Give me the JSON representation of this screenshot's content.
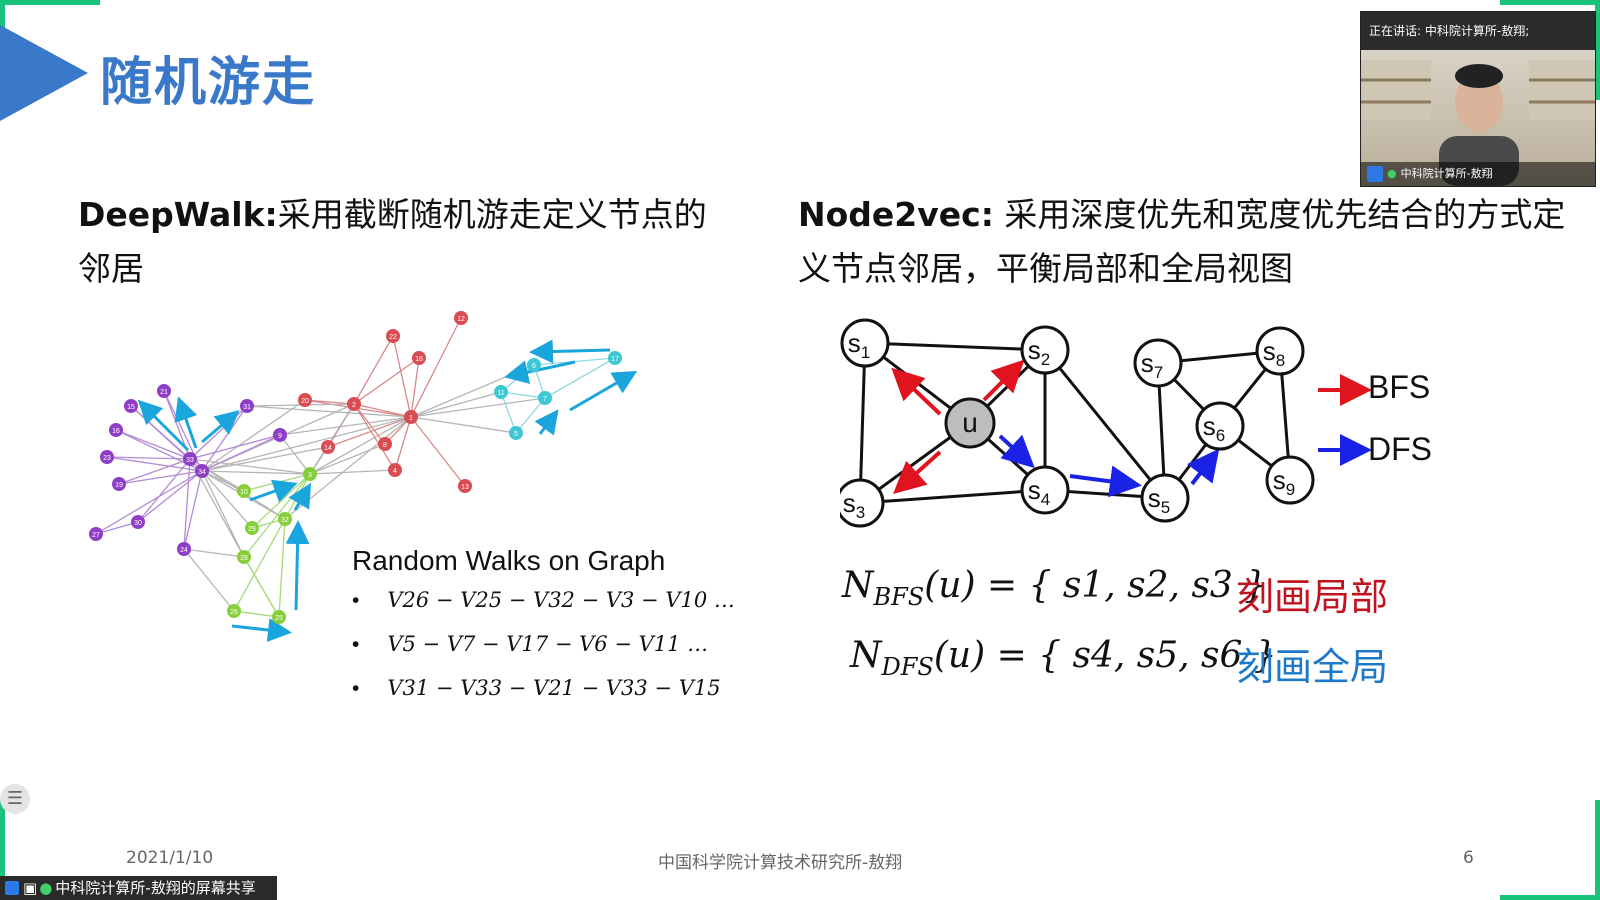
{
  "slide": {
    "title": "随机游走",
    "deepwalk": {
      "term": "DeepWalk:",
      "text": "采用截断随机游走定义节点的邻居"
    },
    "node2vec": {
      "term": "Node2vec:",
      "text": " 采用深度优先和宽度优先结合的方式定义节点邻居，平衡局部和全局视图"
    },
    "random_walks": {
      "title": "Random Walks on Graph",
      "walks": [
        "V26 − V25 − V32 − V3 − V10 …",
        "V5 − V7 − V17 − V6 − V11 …",
        "V31 − V33 − V21 − V33 − V15"
      ]
    },
    "graph_labels": [
      "12",
      "22",
      "18",
      "2",
      "20",
      "1",
      "31",
      "21",
      "15",
      "9",
      "16",
      "33",
      "34",
      "14",
      "8",
      "4",
      "13",
      "23",
      "19",
      "10",
      "3",
      "29",
      "32",
      "30",
      "27",
      "24",
      "28",
      "26",
      "25",
      "17",
      "6",
      "11",
      "7",
      "5"
    ],
    "node2vec_graph": {
      "nodes": [
        "s1",
        "s2",
        "u",
        "s3",
        "s4",
        "s5",
        "s6",
        "s7",
        "s8",
        "s9"
      ],
      "legend": {
        "bfs": "BFS",
        "dfs": "DFS"
      },
      "colors": {
        "bfs": "#e0141e",
        "dfs": "#1a22e6"
      }
    },
    "formulas": [
      {
        "lhs": "N",
        "sub": "BFS",
        "rest": "(u) = { s1, s2, s3 }",
        "desc": "刻画局部",
        "color": "#c0141e"
      },
      {
        "lhs": "N",
        "sub": "DFS",
        "rest": "(u) = { s4, s5, s6 }",
        "desc": "刻画全局",
        "color": "#1e78c8"
      }
    ],
    "footer": {
      "date": "2021/1/10",
      "center": "中国科学院计算技术研究所-敖翔",
      "page": "6"
    }
  },
  "meeting": {
    "speaking_label": "正在讲话: 中科院计算所-敖翔;",
    "video_name": "中科院计算所-敖翔",
    "share_label": "中科院计算所-敖翔的屏幕共享"
  },
  "colors": {
    "accent": "#3a78c9",
    "green_corner": "#19c37a"
  }
}
